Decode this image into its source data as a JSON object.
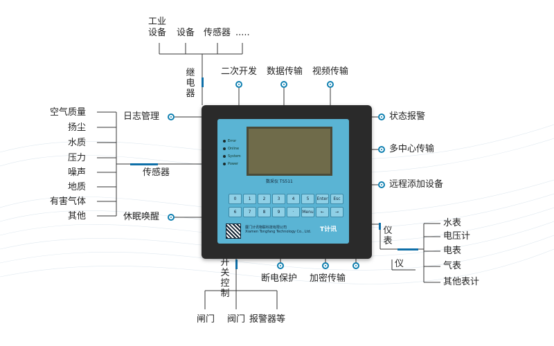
{
  "top": {
    "industrial_label": "工业\n设备",
    "equipment_label": "设备",
    "sensor_label": "传感器",
    "ellipsis": ".....",
    "relay_label": "继电器"
  },
  "top_features": [
    "二次开发",
    "数据传输",
    "视频传输"
  ],
  "left_sensors": [
    "空气质量",
    "扬尘",
    "水质",
    "压力",
    "噪声",
    "地质",
    "有害气体",
    "其他"
  ],
  "left_features": {
    "log": "日志管理",
    "sensor": "传感器",
    "sleep": "休眠唤醒"
  },
  "right_features": [
    "状态报警",
    "多中心传输",
    "远程添加设备"
  ],
  "meters": {
    "label": "仪表",
    "items": [
      "水表",
      "电压计",
      "电表",
      "气表",
      "其他表计"
    ],
    "sub_label": "仪"
  },
  "bottom": {
    "switch_label": "开关控制",
    "items": [
      "闸门",
      "阀门",
      "报警器等"
    ],
    "features": [
      "断电保护",
      "加密传输"
    ]
  },
  "device": {
    "leds": [
      "Error",
      "Online",
      "System",
      "Power"
    ],
    "model": "数采仪  TS511",
    "keys_row1": [
      "0",
      "1",
      "2",
      "3",
      "4",
      "5",
      "Enter",
      "Esc"
    ],
    "keys_row2": [
      "6",
      "7",
      "8",
      "9",
      "·",
      "Menu",
      "←",
      "→"
    ],
    "company_cn": "厦门计讯物联科技有限公司",
    "company_en": "Xiamen Tongfang Technology Co., Ltd.",
    "brand": "T计讯"
  },
  "colors": {
    "line": "#0e6fa8",
    "panel": "#5ab4d4",
    "device": "#2a2a2a"
  }
}
